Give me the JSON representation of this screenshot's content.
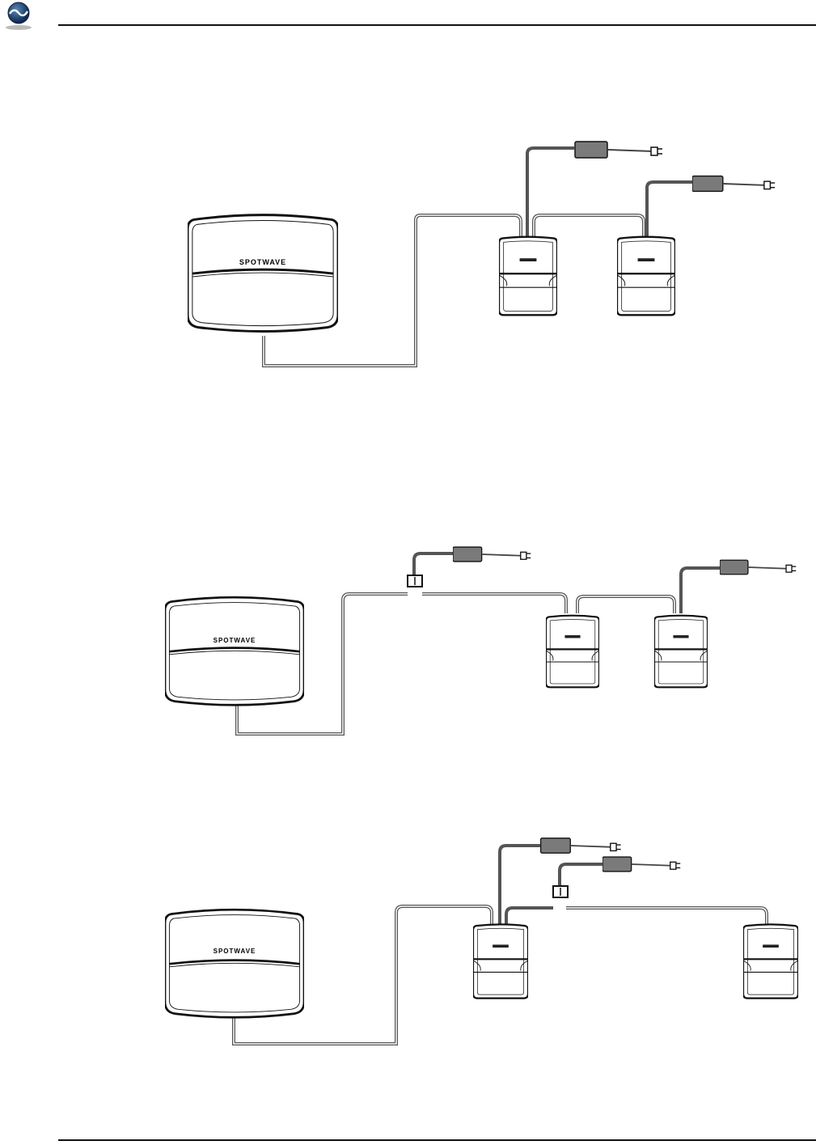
{
  "brand": "SPOTWAVE",
  "logo": {
    "icon": "wave-globe-logo"
  },
  "diagrams": [
    {
      "id": "configuration-1"
    },
    {
      "id": "configuration-2"
    },
    {
      "id": "configuration-3"
    }
  ],
  "colors": {
    "cable": "#555555",
    "adapter": "#777777",
    "line": "#111111"
  }
}
